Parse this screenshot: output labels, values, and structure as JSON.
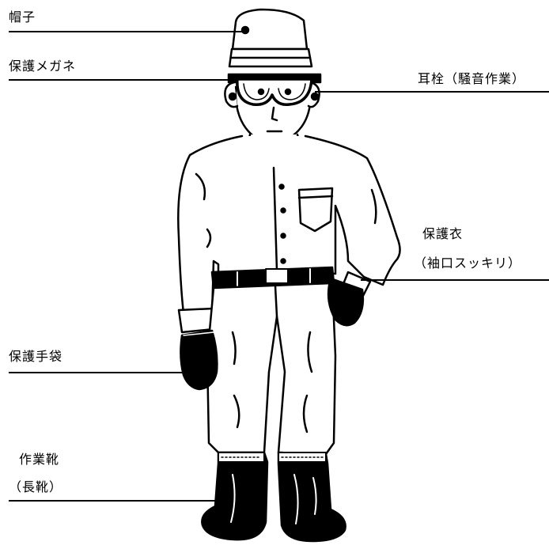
{
  "labels": {
    "hat": "帽子",
    "goggles": "保護メガネ",
    "earplugs": "耳栓（騒音作業）",
    "clothing": "保護衣",
    "clothing_note": "（袖口スッキリ）",
    "gloves": "保護手袋",
    "boots": "作業靴",
    "boots_note": "（長靴）"
  },
  "colors": {
    "ink": "#000000",
    "paper": "#ffffff"
  }
}
